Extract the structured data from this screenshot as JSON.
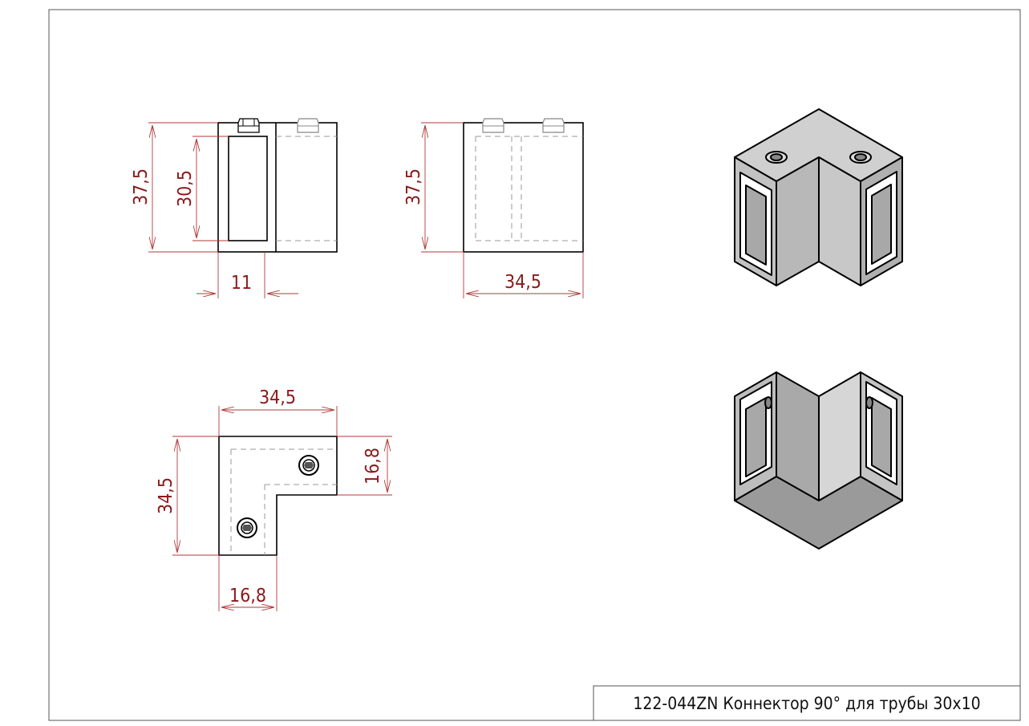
{
  "title_block": {
    "text": "122-044ZN  Коннектор 90° для трубы 30x10"
  },
  "front_view": {
    "height": "37,5",
    "inner_height": "30,5",
    "width": "11"
  },
  "side_view": {
    "height": "37,5",
    "width": "34,5"
  },
  "top_view": {
    "width": "34,5",
    "height": "34,5",
    "leg_height": "16,8",
    "leg_width": "16,8"
  },
  "iso_views": {
    "top_label": "",
    "bottom_label": ""
  },
  "colors": {
    "dimension": "#8b1a1a",
    "face_light": "#cfcfcf",
    "face_mid": "#b5b5b5",
    "face_dark": "#9a9a9a"
  }
}
